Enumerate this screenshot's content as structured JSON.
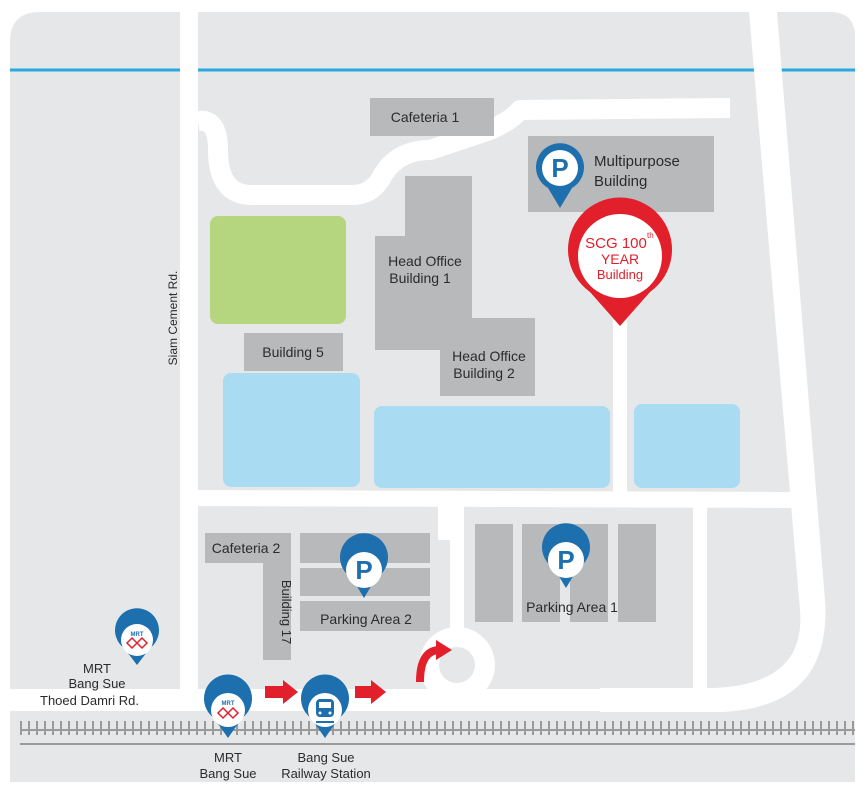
{
  "colors": {
    "land": "#e6e7e8",
    "road": "#ffffff",
    "building": "#b8b9bb",
    "water": "#a9dcf3",
    "green": "#b5d67e",
    "waterline": "#2aa8e0",
    "pin_blue": "#1d6fae",
    "pin_red": "#e2202c",
    "arrow_red": "#e2202c",
    "rail": "#9a9a9a"
  },
  "roads": {
    "siam_cement": "Siam Cement Rd.",
    "thoed_damri": "Thoed Damri Rd."
  },
  "buildings": {
    "cafeteria1": "Cafeteria 1",
    "multipurpose_line1": "Multipurpose",
    "multipurpose_line2": "Building",
    "head_office1_line1": "Head Office",
    "head_office1_line2": "Building 1",
    "head_office2_line1": "Head Office",
    "head_office2_line2": "Building 2",
    "building5": "Building 5",
    "cafeteria2": "Cafeteria 2",
    "building17": "Building 17",
    "parking2": "Parking Area 2",
    "parking1": "Parking Area 1"
  },
  "scg_pin": {
    "line1": "SCG 100",
    "sup": "th",
    "line2": "YEAR",
    "line3": "Building"
  },
  "parking_symbol": "P",
  "stations": {
    "mrt_logo": "MRT",
    "mrt_left_line1": "MRT",
    "mrt_left_line2": "Bang Sue",
    "mrt_bottom_line1": "MRT",
    "mrt_bottom_line2": "Bang Sue",
    "railway_line1": "Bang Sue",
    "railway_line2": "Railway Station"
  }
}
